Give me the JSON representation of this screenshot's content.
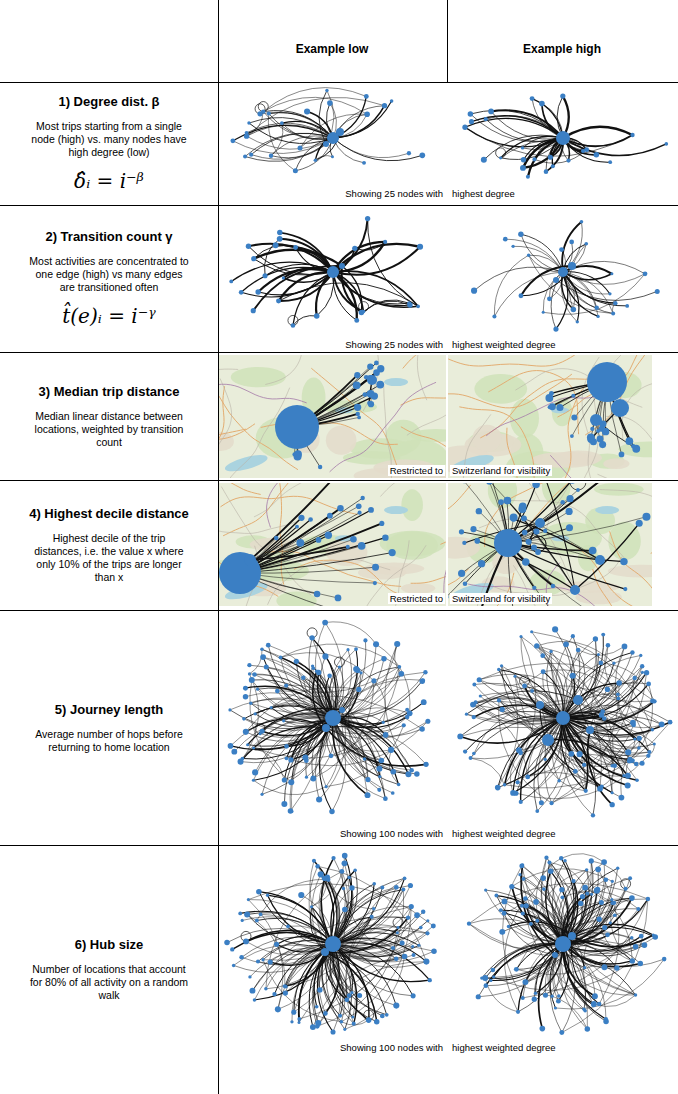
{
  "diagram": {
    "nodes": [
      {
        "text": [
          "1) Degree dist. β",
          "Most trips starting from a single node (high) vs. many nodes have high degree (low)",
          "δ̂ᵢ = i⁻ᵝ"
        ]
      },
      {
        "text": [
          "2) Transition count γ",
          "Most activities are concentrated to one edge (high) vs many edges are transitioned often",
          "t̂(e)ᵢ = i⁻ᵞ"
        ]
      },
      {
        "text": [
          "3) Median trip distance",
          "Median linear distance between locations, weighted by transition count"
        ]
      },
      {
        "text": [
          "4) Highest decile distance",
          "Highest decile of the trip distances, i.e. the value x where only 10% of the trips are longer than x"
        ]
      },
      {
        "text": [
          "5) Journey length",
          "Average number of hops before returning to home location"
        ]
      },
      {
        "text": [
          "6) Hub size",
          "Number of locations that account for 80% of all activity on a random walk"
        ]
      }
    ],
    "labels": [
      "Example low",
      "Example high",
      "Showing 25 nodes with",
      "highest degree",
      "Showing 25 nodes with",
      "highest weighted degree",
      "Restricted to",
      "Switzerland for visibility",
      "Restricted to",
      "Switzerland for visibility",
      "Showing 100 nodes with",
      "highest weighted degree",
      "Showing 100 nodes with",
      "highest weighted degree"
    ]
  }
}
